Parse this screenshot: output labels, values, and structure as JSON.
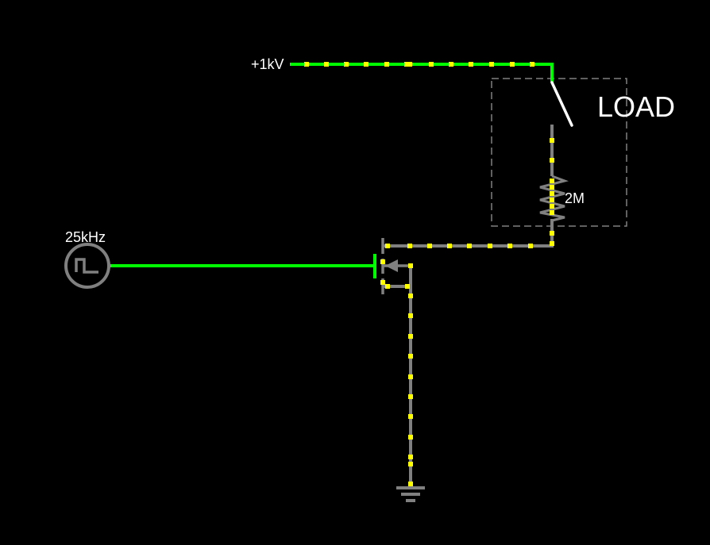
{
  "supply": {
    "label": "+1kV"
  },
  "source": {
    "label": "25kHz"
  },
  "load": {
    "label": "LOAD"
  },
  "resistor": {
    "label": "2M"
  },
  "colors": {
    "background": "#000000",
    "high_voltage_wire": "#00ff00",
    "ground_wire": "#808080",
    "current_dot": "#ffff00",
    "label": "#ffffff",
    "load_label": "#c8c8c8",
    "load_box": "#808080"
  },
  "icons": {
    "source": "square-wave-source-icon",
    "transistor": "n-channel-mosfet-icon",
    "switch": "switch-icon",
    "resistor": "resistor-icon",
    "ground": "ground-icon"
  }
}
